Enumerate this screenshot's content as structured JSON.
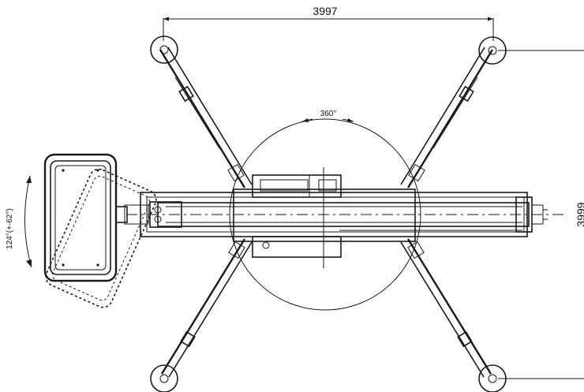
{
  "dimensions": {
    "width_label": "3997",
    "length_label": "3999",
    "rotation_label": "360°",
    "basket_rotation_label": "124°(+-62°)"
  }
}
